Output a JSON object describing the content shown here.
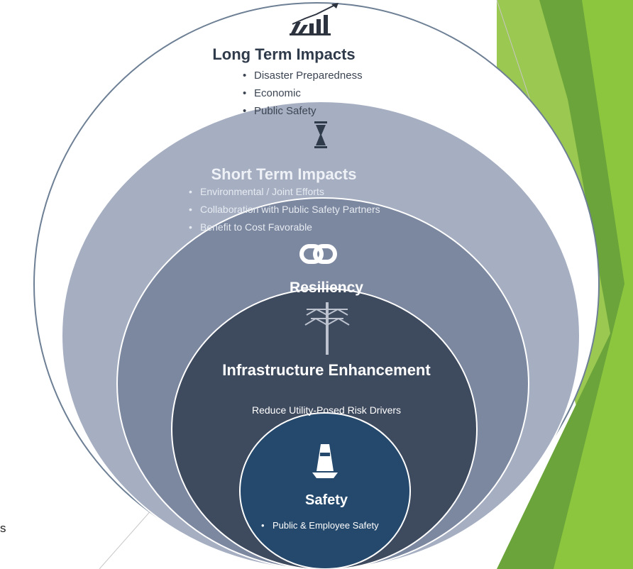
{
  "diagram": {
    "layers": [
      {
        "name": "long-term-impacts",
        "title": "Long Term Impacts",
        "icon": "growth-chart-icon",
        "items": [
          "Disaster Preparedness",
          "Economic",
          "Public Safety"
        ]
      },
      {
        "name": "short-term-impacts",
        "title": "Short Term Impacts",
        "icon": "hourglass-icon",
        "items": [
          "Environmental / Joint Efforts",
          "Collaboration with Public Safety Partners",
          "Benefit to Cost Favorable"
        ]
      },
      {
        "name": "resiliency",
        "title": "Resiliency",
        "icon": "chain-link-icon"
      },
      {
        "name": "infrastructure-enhancement",
        "title": "Infrastructure Enhancement",
        "icon": "power-pole-icon",
        "subtitle": "Reduce Utility-Posed Risk Drivers"
      },
      {
        "name": "safety",
        "title": "Safety",
        "icon": "traffic-cone-icon",
        "items": [
          "Public & Employee Safety"
        ]
      }
    ],
    "colors": {
      "long": "#ffffff",
      "short": "#a6afc2",
      "resiliency": "#7c88a0",
      "infrastructure": "#3e4a5e",
      "safety": "#24496c",
      "accent_green": "#8cc63f"
    }
  },
  "slide_fragment": "s"
}
